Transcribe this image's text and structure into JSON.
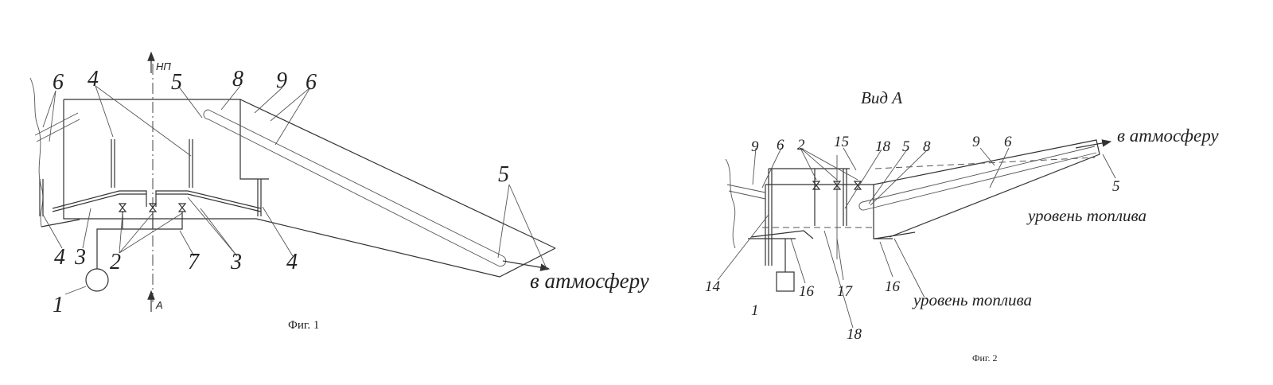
{
  "fig1": {
    "caption": "Фиг. 1",
    "axis_top": "НП",
    "axis_bottom": "А",
    "outlet": "в атмосферу",
    "labels": {
      "n1": "1",
      "n2": "2",
      "n3a": "3",
      "n3b": "3",
      "n4a": "4",
      "n4b": "4",
      "n4c": "4",
      "n5a": "5",
      "n5b": "5",
      "n6a": "6",
      "n6b": "6",
      "n7": "7",
      "n8": "8",
      "n9": "9"
    }
  },
  "fig2": {
    "title": "Вид А",
    "caption": "Фиг. 2",
    "outlet": "в атмосферу",
    "fuel_level_a": "уровень топлива",
    "fuel_level_b": "уровень топлива",
    "labels": {
      "n1": "1",
      "n2": "2",
      "n5a": "5",
      "n5b": "5",
      "n6a": "6",
      "n6b": "6",
      "n8": "8",
      "n9a": "9",
      "n9b": "9",
      "n14": "14",
      "n15": "15",
      "n16a": "16",
      "n16b": "16",
      "n17": "17",
      "n18a": "18",
      "n18b": "18"
    }
  }
}
